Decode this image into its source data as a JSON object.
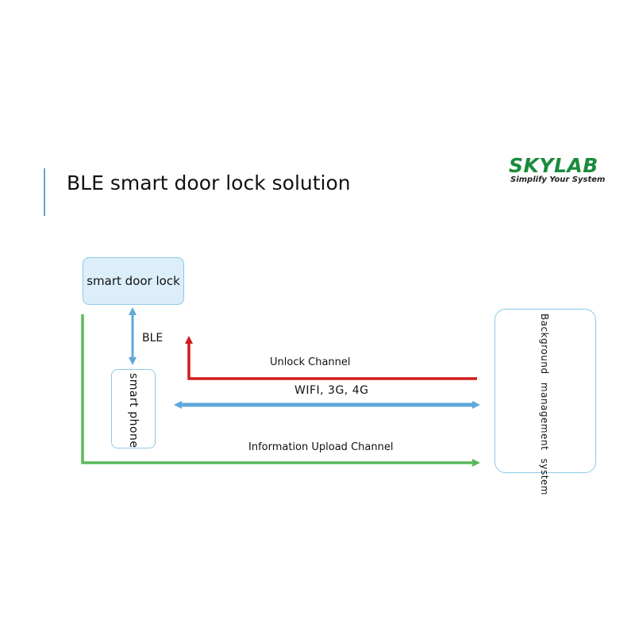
{
  "title": "BLE smart door lock solution",
  "logo": {
    "name": "SKYLAB",
    "tagline": "Simplify Your System"
  },
  "nodes": {
    "door_lock": "smart door lock",
    "phone": "smart phone",
    "bms": "Background management system"
  },
  "links": {
    "ble": "BLE",
    "unlock": "Unlock Channel",
    "network": "WIFI, 3G, 4G",
    "upload": "Information Upload Channel"
  },
  "colors": {
    "unlock": "#d11a1a",
    "network": "#5fa8dc",
    "upload": "#5cb85c",
    "box_border": "#8ec9ea",
    "logo": "#1b8a3c"
  }
}
